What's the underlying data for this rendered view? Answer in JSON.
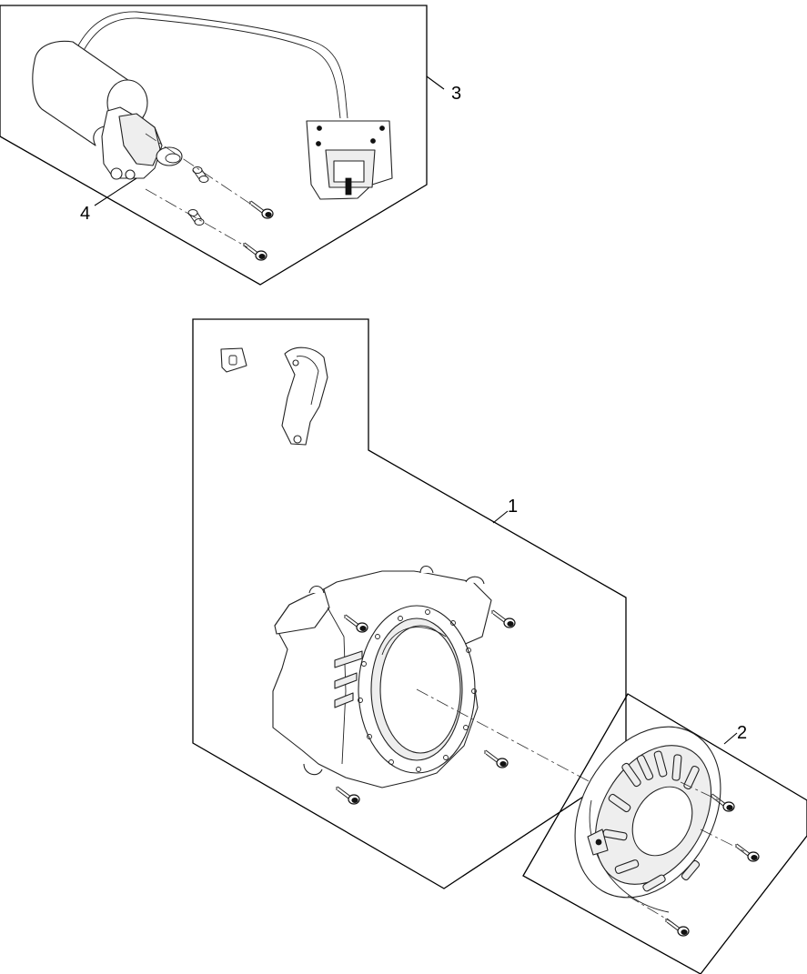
{
  "diagram": {
    "callouts": [
      {
        "id": "1",
        "label": "1"
      },
      {
        "id": "2",
        "label": "2"
      },
      {
        "id": "3",
        "label": "3"
      },
      {
        "id": "4",
        "label": "4"
      }
    ],
    "icons": {
      "starter_motor": "starter-motor-icon",
      "wiring_harness": "wiring-harness-icon",
      "blower_housing": "blower-housing-icon",
      "recoil_cover": "recoil-starter-cover-icon",
      "bolt": "flange-bolt-icon",
      "spacer": "spacer-icon",
      "clip": "clip-nut-icon",
      "bracket": "shroud-bracket-icon"
    },
    "colors": {
      "line": "#000000",
      "background": "#ffffff"
    }
  }
}
